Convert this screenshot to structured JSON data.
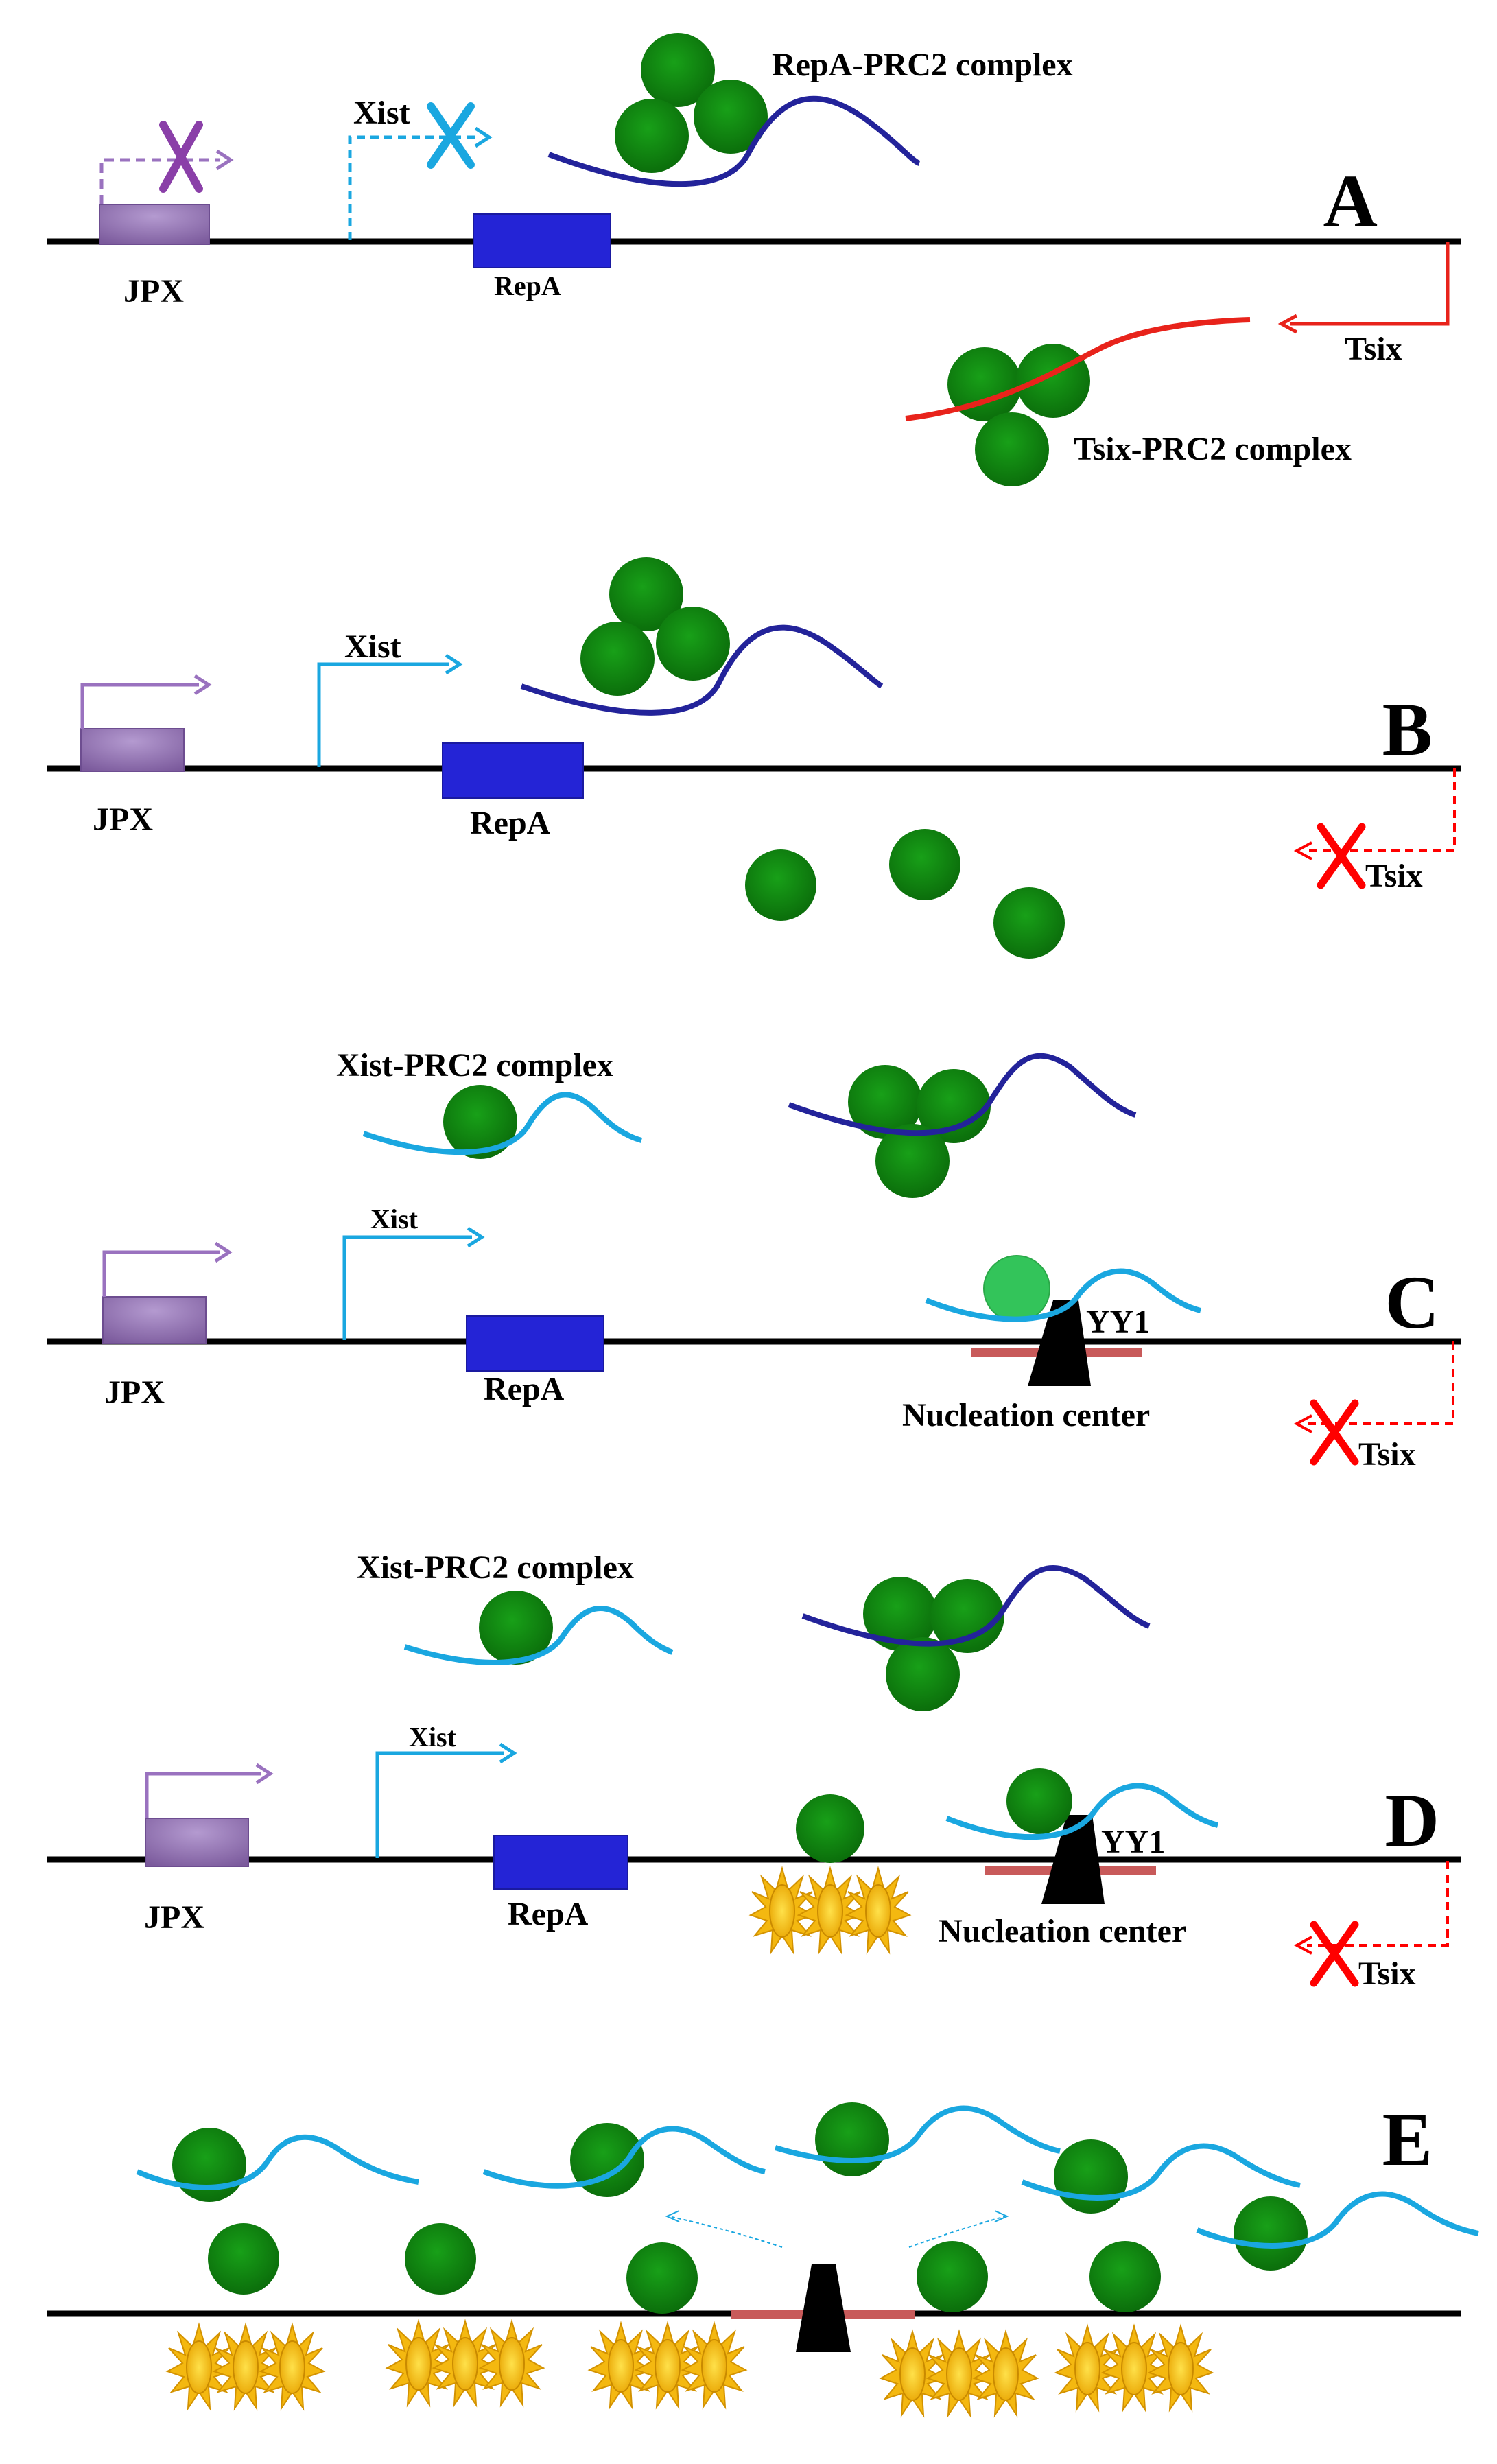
{
  "colors": {
    "dna": "#000000",
    "jpx_gene": "#8e6bb0",
    "repa_gene": "#2424d6",
    "xist_rna": "#1aa7e0",
    "repa_rna": "#23239a",
    "tsix_rna": "#e8231b",
    "prc2": "#0b7d0b",
    "prc2_light": "#33c45a",
    "silencing_mark": "#f2b90f",
    "nucleation_bar": "#c85a5a",
    "inactive_jpx": "#8a3fa8",
    "inactive_xist": "#1aa7e0",
    "inactive_tsix": "#ff0000"
  },
  "icons": {
    "prc2": "green-circle",
    "block": "x-mark",
    "promoter": "bent-arrow",
    "yy1": "black-trapezoid",
    "silencing": "yellow-sun"
  },
  "panels": {
    "A": {
      "letter": "A",
      "labels": {
        "jpx": "JPX",
        "xist": "Xist",
        "repa": "RepA",
        "tsix": "Tsix",
        "repa_complex": "RepA-PRC2 complex",
        "tsix_complex": "Tsix-PRC2 complex"
      }
    },
    "B": {
      "letter": "B",
      "labels": {
        "jpx": "JPX",
        "xist": "Xist",
        "repa": "RepA",
        "tsix": "Tsix"
      }
    },
    "C": {
      "letter": "C",
      "labels": {
        "jpx": "JPX",
        "xist": "Xist",
        "repa": "RepA",
        "tsix": "Tsix",
        "xist_complex": "Xist-PRC2 complex",
        "yy1": "YY1",
        "nucleation": "Nucleation center"
      }
    },
    "D": {
      "letter": "D",
      "labels": {
        "jpx": "JPX",
        "xist": "Xist",
        "repa": "RepA",
        "tsix": "Tsix",
        "xist_complex": "Xist-PRC2 complex",
        "yy1": "YY1",
        "nucleation": "Nucleation center"
      }
    },
    "E": {
      "letter": "E"
    }
  }
}
